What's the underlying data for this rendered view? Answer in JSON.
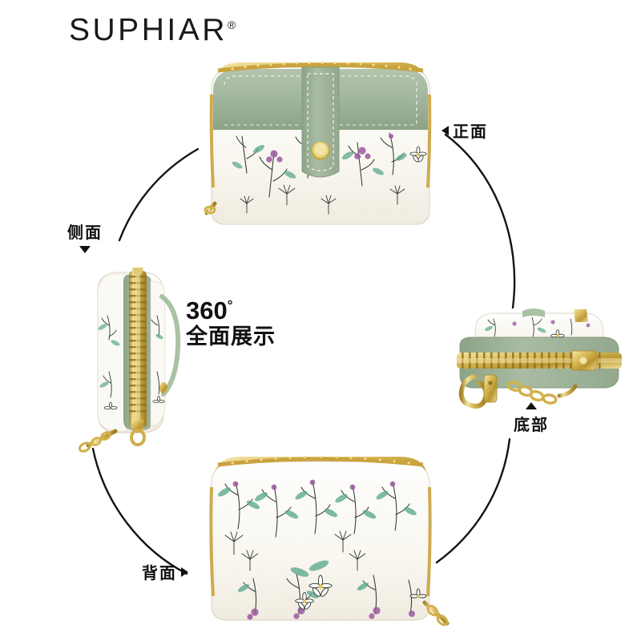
{
  "brand": {
    "name": "SUPHIAR",
    "trademark": "®"
  },
  "center_caption": {
    "degrees": "360",
    "degree_symbol": "°",
    "subtitle": "全面展示"
  },
  "labels": {
    "front": "正面",
    "side": "侧面",
    "bottom": "底部",
    "back": "背面"
  },
  "colors": {
    "background": "#ffffff",
    "text": "#111111",
    "sage_green": "#9fb39b",
    "sage_green_dark": "#85997f",
    "sage_green_light": "#b9c9b3",
    "cream": "#fbfaf5",
    "cream_shade": "#eeece3",
    "gold": "#d4b24a",
    "gold_light": "#f0dc93",
    "gold_dark": "#a8862c",
    "flower_purple": "#9b5aa0",
    "leaf_green": "#5aa98e",
    "stem_dark": "#2f3b33",
    "arc_line": "#141414"
  },
  "product": {
    "type": "zip-card-wallet",
    "pattern": "floral-print",
    "views": [
      {
        "id": "front",
        "label": "正面",
        "description": "front view with sage green top panel, snap tab and gold button"
      },
      {
        "id": "side",
        "label": "侧面",
        "description": "side profile showing vertical gold zipper"
      },
      {
        "id": "bottom",
        "label": "底部",
        "description": "bottom view showing horizontal gold zipper and clasp"
      },
      {
        "id": "back",
        "label": "背面",
        "description": "back view fully floral printed"
      }
    ]
  }
}
